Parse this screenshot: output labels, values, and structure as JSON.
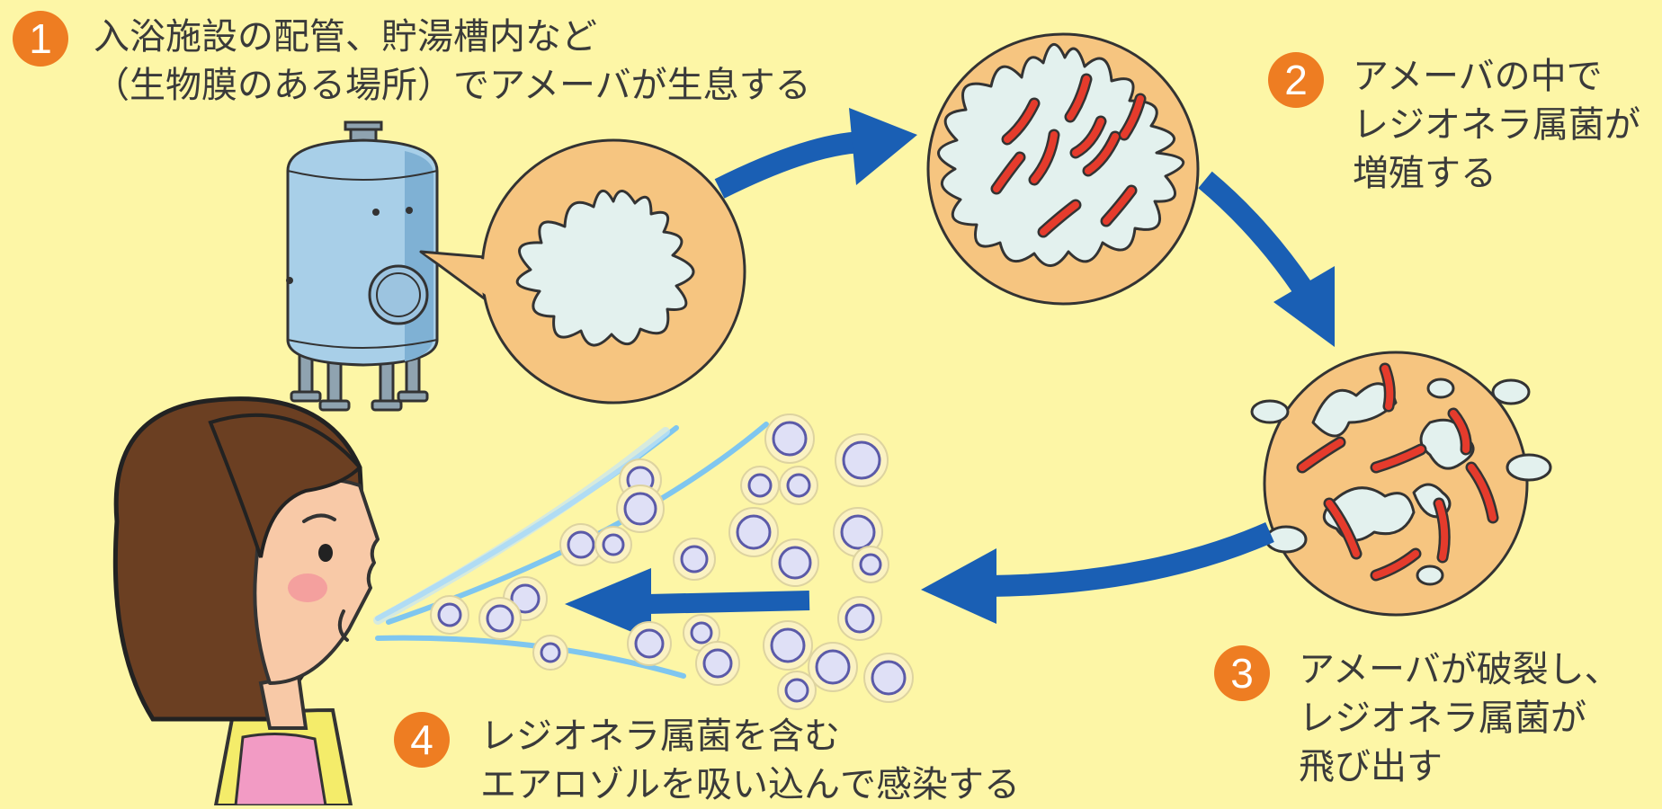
{
  "steps": [
    {
      "number": "1",
      "lines": [
        "入浴施設の配管、貯湯槽内など",
        "（生物膜のある場所）でアメーバが生息する"
      ]
    },
    {
      "number": "2",
      "lines": [
        "アメーバの中で",
        "レジオネラ属菌が",
        "増殖する"
      ]
    },
    {
      "number": "3",
      "lines": [
        "アメーバが破裂し、",
        "レジオネラ属菌が",
        "飛び出す"
      ]
    },
    {
      "number": "4",
      "lines": [
        "レジオネラ属菌を含む",
        "エアロゾルを吸い込んで感染する"
      ]
    }
  ],
  "colors": {
    "background": "#fdf6a6",
    "badge": "#ee7d22",
    "arrow": "#1a5fb4",
    "amoeba_bg": "#f6c580",
    "amoeba": "#e3f1ee",
    "bacteria": "#e53b2c",
    "tank": "#a8cfe8"
  }
}
